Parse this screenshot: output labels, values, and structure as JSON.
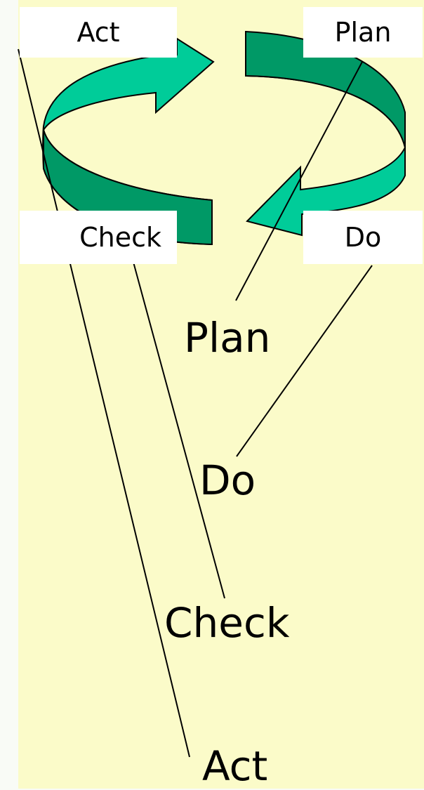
{
  "colors": {
    "panel": "#fbfbc9",
    "page": "#f9fbf6",
    "arrow_light": "#00cc99",
    "arrow_dark": "#009966",
    "label_box": "#ffffff",
    "line": "#000000"
  },
  "cycle": {
    "labels": {
      "act": "Act",
      "plan": "Plan",
      "check": "Check",
      "do": "Do"
    }
  },
  "steps": [
    {
      "label": "Plan"
    },
    {
      "label": "Do"
    },
    {
      "label": "Check"
    },
    {
      "label": "Act"
    }
  ]
}
